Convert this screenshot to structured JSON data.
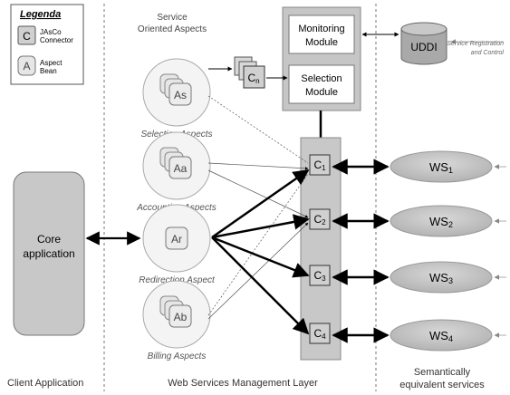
{
  "legend": {
    "title": "Legenda",
    "items": [
      {
        "symbol": "C",
        "label_line1": "JAsCo",
        "label_line2": "Connector"
      },
      {
        "symbol": "A",
        "label_line1": "Aspect",
        "label_line2": "Bean"
      }
    ]
  },
  "columns": {
    "service_oriented_line1": "Service",
    "service_oriented_line2": "Oriented Aspects",
    "client_application": "Client Application",
    "management_layer": "Web Services Management Layer",
    "semantically_line1": "Semantically",
    "semantically_line2": "equivalent services"
  },
  "core_application": {
    "line1": "Core",
    "line2": "application"
  },
  "aspects": [
    {
      "symbol": "As",
      "label": "Selection Aspects",
      "stacked": true
    },
    {
      "symbol": "Aa",
      "label": "Accounting Aspects",
      "stacked": true
    },
    {
      "symbol": "Ar",
      "label": "Redirection Aspect",
      "stacked": false
    },
    {
      "symbol": "Ab",
      "label": "Billing Aspects",
      "stacked": true
    }
  ],
  "connector_n": {
    "base": "C",
    "sub": "n"
  },
  "modules": {
    "monitoring_line1": "Monitoring",
    "monitoring_line2": "Module",
    "selection_line1": "Selection",
    "selection_line2": "Module"
  },
  "uddi": {
    "label": "UDDI",
    "note_line1": "Service Registration",
    "note_line2": "and Control"
  },
  "connectors": [
    {
      "base": "C",
      "sub": "1"
    },
    {
      "base": "C",
      "sub": "2"
    },
    {
      "base": "C",
      "sub": "3"
    },
    {
      "base": "C",
      "sub": "4"
    }
  ],
  "services": [
    {
      "base": "WS",
      "sub": "1"
    },
    {
      "base": "WS",
      "sub": "2"
    },
    {
      "base": "WS",
      "sub": "3"
    },
    {
      "base": "WS",
      "sub": "4"
    }
  ]
}
